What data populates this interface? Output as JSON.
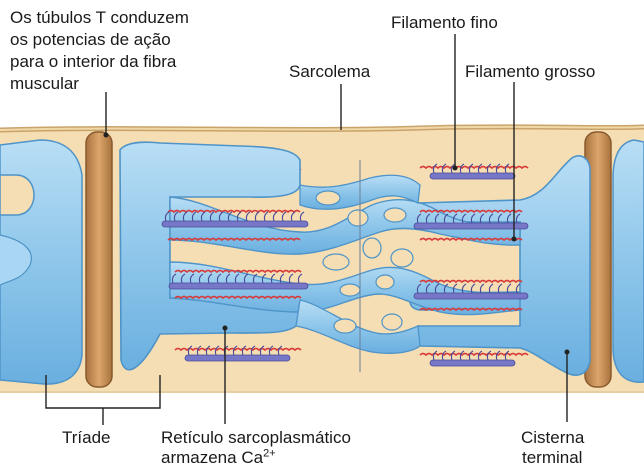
{
  "labels": {
    "t_tubules": [
      "Os túbulos T conduzem",
      "os potencias de ação",
      "para o interior da fibra",
      "muscular"
    ],
    "thin_filament": "Filamento fino",
    "sarcolemma": "Sarcolema",
    "thick_filament": "Filamento grosso",
    "triad": "Tríade",
    "sr_line1": "Retículo sarcoplasmático",
    "sr_line2_prefix": "armazena Ca",
    "sr_line2_sup": "2+",
    "cistern_line1": "Cisterna",
    "cistern_line2": "terminal"
  },
  "colors": {
    "cytoplasm": "#f5deb3",
    "sarcolemma": "#e9c98f",
    "t_tubule": "#c98f55",
    "reticulum": "#8ec6ea",
    "reticulum_dark": "#4f94c8",
    "thick_filament": "#7777c7",
    "thin_filament": "#d83a3a",
    "leader": "#222222"
  }
}
